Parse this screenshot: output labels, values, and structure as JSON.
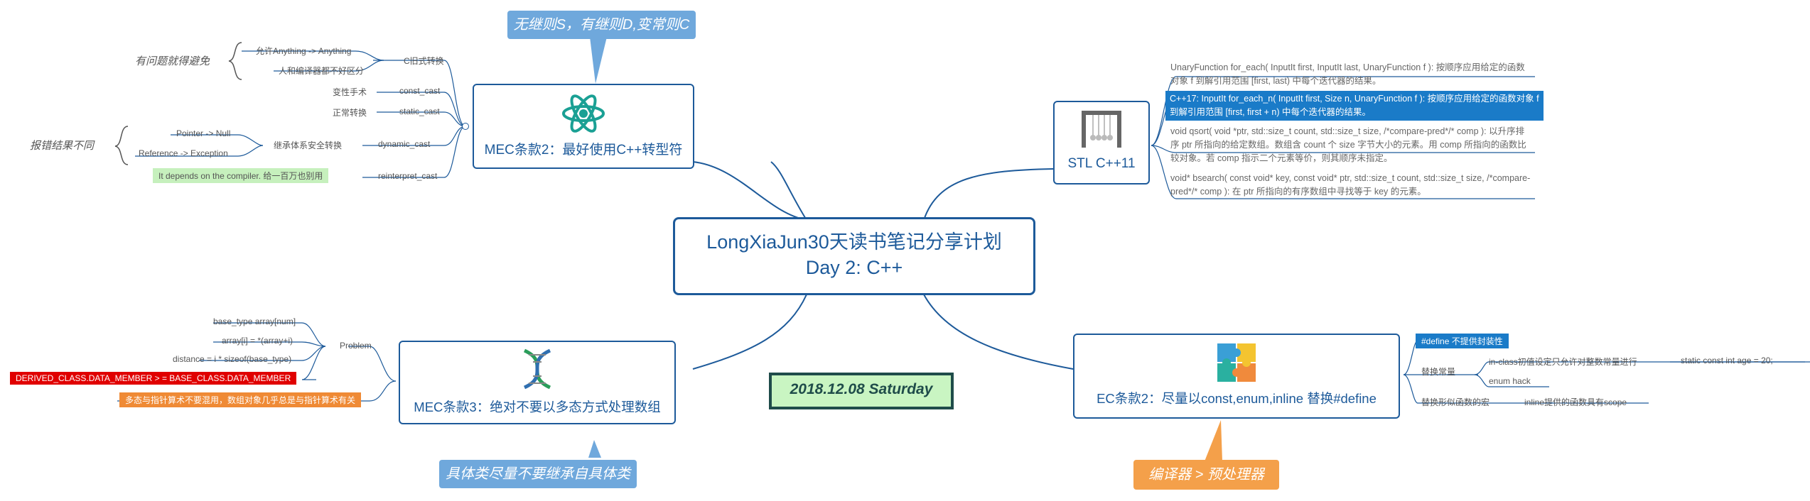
{
  "central": {
    "line1": "LongXiaJun30天读书笔记分享计划",
    "line2": "Day 2: C++"
  },
  "date_badge": "2018.12.08 Saturday",
  "callouts": {
    "top": "无继则S，有继则D,变常则C",
    "bottom_left": "具体类尽量不要继承自具体类",
    "bottom_right": "编译器 > 预处理器"
  },
  "mec2": {
    "title": "MEC条款2：最好使用C++转型符",
    "icon": "atom-icon",
    "c_cast": {
      "label": "C旧式转换",
      "children": [
        "允许Anything -> Anything",
        "人和编译器都不好区分"
      ],
      "tag": "有问题就得避免"
    },
    "const_cast": {
      "label": "const_cast",
      "child": "变性手术"
    },
    "static_cast": {
      "label": "static_cast",
      "child": "正常转换"
    },
    "dynamic_cast": {
      "label": "dynamic_cast",
      "child": "继承体系安全转换",
      "grandchildren": [
        "Pointer -> Null",
        "Reference -> Exception"
      ],
      "tag": "报错结果不同"
    },
    "reinterpret_cast": {
      "label": "reinterpret_cast",
      "child": "It depends on the compiler. 给一百万也别用"
    }
  },
  "mec3": {
    "title": "MEC条款3：绝对不要以多态方式处理数组",
    "icon": "dna-icon",
    "problem": {
      "label": "Problem",
      "children": [
        "base_type array[num]",
        "array[i] = *(array+i)",
        "distance = i * sizeof(base_type)",
        "DERIVED_CLASS.DATA_MEMBER > = BASE_CLASS.DATA_MEMBER"
      ]
    },
    "note": "多态与指针算术不要混用，数组对象几乎总是与指针算术有关"
  },
  "stl": {
    "title": "STL C++11",
    "icon": "newtons-cradle-icon",
    "items": [
      {
        "text": "UnaryFunction for_each( InputIt first, InputIt last, UnaryFunction f ): 按顺序应用给定的函数对象 f 到解引用范围 [first, last) 中每个迭代器的结果。"
      },
      {
        "text": "C++17: InputIt for_each_n( InputIt first, Size n, UnaryFunction f ): 按顺序应用给定的函数对象 f 到解引用范围 [first, first + n) 中每个迭代器的结果。"
      },
      {
        "text": "void qsort( void *ptr, std::size_t count, std::size_t size, /*compare-pred*/* comp ): 以升序排序 ptr 所指向的给定数组。数组含 count 个 size 字节大小的元素。用 comp 所指向的函数比较对象。若 comp 指示二个元素等价，则其顺序未指定。"
      },
      {
        "text": "void* bsearch( const void* key, const void* ptr, std::size_t count, std::size_t size, /*compare-pred*/* comp ): 在 ptr 所指向的有序数组中寻找等于 key 的元素。"
      }
    ]
  },
  "ec2": {
    "title": "EC条款2：尽量以const,enum,inline 替换#define",
    "icon": "puzzle-icon",
    "define_note": "#define 不提供封装性",
    "const_group": {
      "label": "替换常量",
      "children": [
        "in-class初值设定只允许对整数常量进行",
        "enum hack"
      ],
      "grandchild": "static const int age = 20;"
    },
    "macro_group": {
      "label": "替换形似函数的宏",
      "child": "inline提供的函数具有scope"
    }
  },
  "colors": {
    "topic_border": "#1d5a9a",
    "callout_top": "#6fa8dc",
    "callout_orange": "#f4a04a",
    "highlight_blue": "#1a7bc8",
    "highlight_red": "#e00000",
    "highlight_orange": "#ef8a35",
    "highlight_green": "#c6f0bd",
    "date_fill": "#c9f5c2"
  }
}
